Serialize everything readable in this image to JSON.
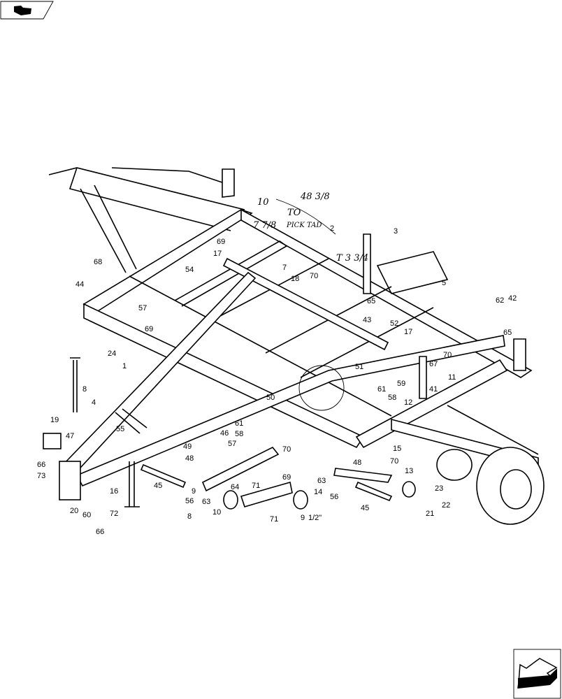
{
  "navigation": {
    "back_icon": "back-book-icon",
    "next_icon": "next-arrow-icon"
  },
  "callouts": [
    "3",
    "5",
    "68",
    "44",
    "54",
    "57",
    "69",
    "69",
    "17",
    "7",
    "18",
    "70",
    "65",
    "43",
    "52",
    "17",
    "62",
    "42",
    "65",
    "24",
    "1",
    "51",
    "70",
    "67",
    "11",
    "41",
    "59",
    "61",
    "58",
    "12",
    "8",
    "4",
    "55",
    "19",
    "47",
    "50",
    "61",
    "58",
    "46",
    "57",
    "49",
    "70",
    "48",
    "69",
    "64",
    "71",
    "9",
    "56",
    "63",
    "10",
    "8",
    "71",
    "9",
    "1/2\"",
    "14",
    "66",
    "73",
    "16",
    "45",
    "20",
    "60",
    "72",
    "66",
    "15",
    "70",
    "48",
    "63",
    "13",
    "56",
    "45",
    "23",
    "22",
    "21",
    "2"
  ],
  "handwritten_notes": [
    "48 3/8",
    "7 7/8",
    "10",
    "TO",
    "PICK TAD",
    "T 3 3/4"
  ]
}
